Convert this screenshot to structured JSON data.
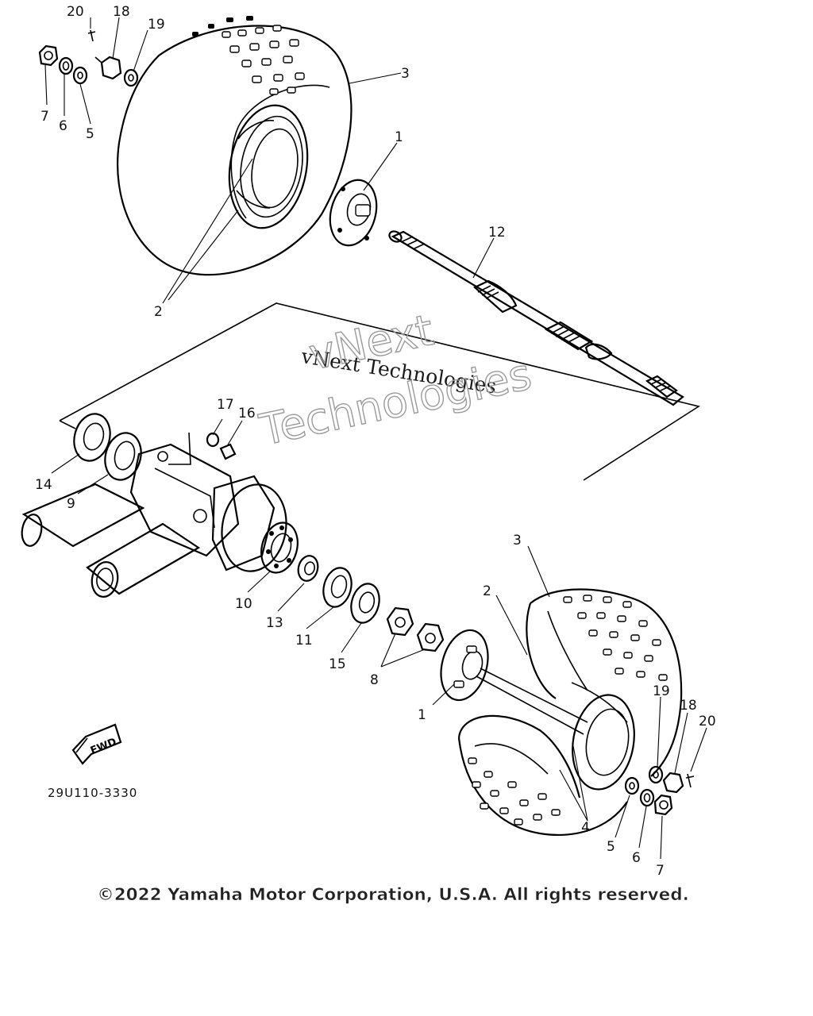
{
  "diagram": {
    "callouts": [
      {
        "id": "c-20-top",
        "label": "20"
      },
      {
        "id": "c-18-top",
        "label": "18"
      },
      {
        "id": "c-19-top",
        "label": "19"
      },
      {
        "id": "c-7-top",
        "label": "7"
      },
      {
        "id": "c-6-top",
        "label": "6"
      },
      {
        "id": "c-5-top",
        "label": "5"
      },
      {
        "id": "c-3-top",
        "label": "3"
      },
      {
        "id": "c-1-top",
        "label": "1"
      },
      {
        "id": "c-12",
        "label": "12"
      },
      {
        "id": "c-2-top",
        "label": "2"
      },
      {
        "id": "c-17",
        "label": "17"
      },
      {
        "id": "c-16",
        "label": "16"
      },
      {
        "id": "c-14",
        "label": "14"
      },
      {
        "id": "c-9",
        "label": "9"
      },
      {
        "id": "c-3-bot",
        "label": "3"
      },
      {
        "id": "c-2-bot",
        "label": "2"
      },
      {
        "id": "c-10",
        "label": "10"
      },
      {
        "id": "c-13",
        "label": "13"
      },
      {
        "id": "c-11",
        "label": "11"
      },
      {
        "id": "c-15",
        "label": "15"
      },
      {
        "id": "c-8",
        "label": "8"
      },
      {
        "id": "c-19-bot",
        "label": "19"
      },
      {
        "id": "c-18-bot",
        "label": "18"
      },
      {
        "id": "c-20-bot",
        "label": "20"
      },
      {
        "id": "c-1-bot",
        "label": "1"
      },
      {
        "id": "c-4",
        "label": "4"
      },
      {
        "id": "c-5-bot",
        "label": "5"
      },
      {
        "id": "c-6-bot",
        "label": "6"
      },
      {
        "id": "c-7-bot",
        "label": "7"
      }
    ],
    "fwd_label": "FWD",
    "part_code": "29U110-3330"
  },
  "watermark": {
    "mono_text": "vNext Technologies",
    "outline_line1": "vNext",
    "outline_line2": "Technologies"
  },
  "footer": {
    "copyright": "©2022 Yamaha Motor Corporation, U.S.A. All rights reserved."
  }
}
